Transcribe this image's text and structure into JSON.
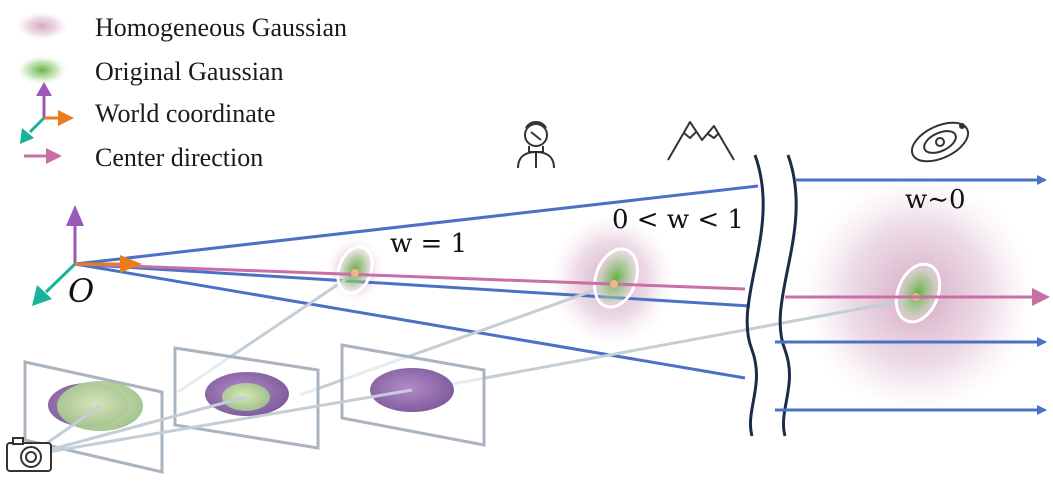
{
  "legend": {
    "homogeneous": "Homogeneous Gaussian",
    "original": "Original Gaussian",
    "world": "World coordinate",
    "center": "Center direction"
  },
  "labels": {
    "origin": "O",
    "w_near": "w = 1",
    "w_mid": "0 < w < 1",
    "w_far": "w∼0"
  },
  "icons": [
    "person-icon",
    "mountain-icon",
    "galaxy-icon",
    "camera-icon"
  ],
  "colors": {
    "ray_blue": "#4a72c4",
    "center_ray": "#c86fa6",
    "axis_purple": "#9b59b6",
    "axis_orange": "#e87d1e",
    "axis_teal": "#17b39a",
    "homogeneous": "#a8578f",
    "original": "#7fbf5f",
    "image_plane": "#a9b4be",
    "boundary": "#1d2b4a"
  }
}
